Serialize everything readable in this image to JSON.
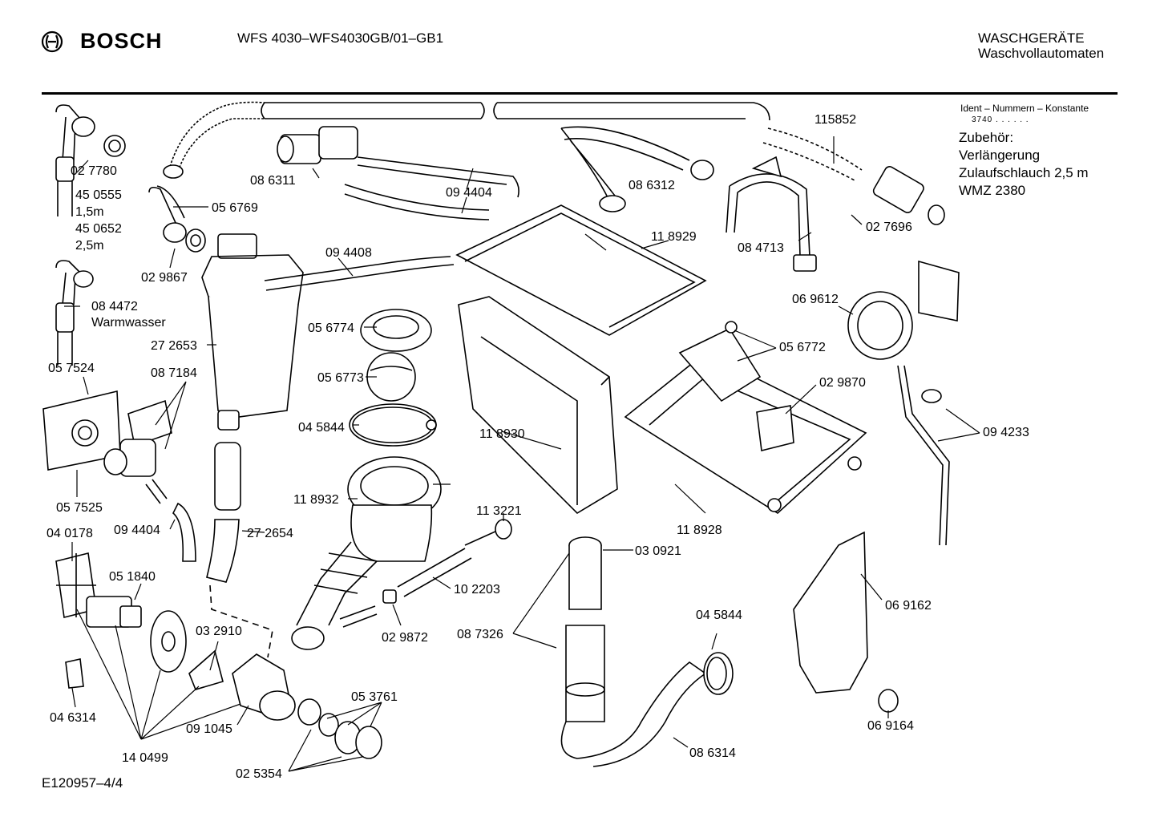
{
  "header": {
    "brand": "BOSCH",
    "model": "WFS 4030–WFS4030GB/01–GB1",
    "category_line1": "WASCHGERÄTE",
    "category_line2": "Waschvollautomaten"
  },
  "ident_box": {
    "title": "Ident – Nummern – Konstante",
    "constant": "3740 .  .   .  .  .  .",
    "accessory_lines": [
      "Zubehör:",
      "Verlängerung",
      "Zulaufschlauch 2,5 m",
      "WMZ 2380"
    ]
  },
  "footer": {
    "drawing_id": "E120957–4/4"
  },
  "part_labels": [
    "02 7780",
    "45 0555",
    "1,5m",
    "45 0652",
    "2,5m",
    "05 6769",
    "02 9867",
    "08 4472",
    "Warmwasser",
    "08 6311",
    "09 4404",
    "09 4408",
    "27 2653",
    "05 6774",
    "05 6773",
    "04 5844",
    "05 7524",
    "08 7184",
    "05 7525",
    "09 4404",
    "27 2654",
    "04 0178",
    "05 1840",
    "03 2910",
    "09 1045",
    "14 0499",
    "02 5354",
    "05 3761",
    "04 6314",
    "11 8932",
    "11 3221",
    "10 2203",
    "02 9872",
    "11 8930",
    "08 7326",
    "03 0921",
    "04 5844",
    "08 6314",
    "08 6312",
    "11 8929",
    "11 8928",
    "05 6772",
    "02 9870",
    "08 4713",
    "115852",
    "02 7696",
    "06 9612",
    "09 4233",
    "06 9162",
    "06 9164"
  ]
}
